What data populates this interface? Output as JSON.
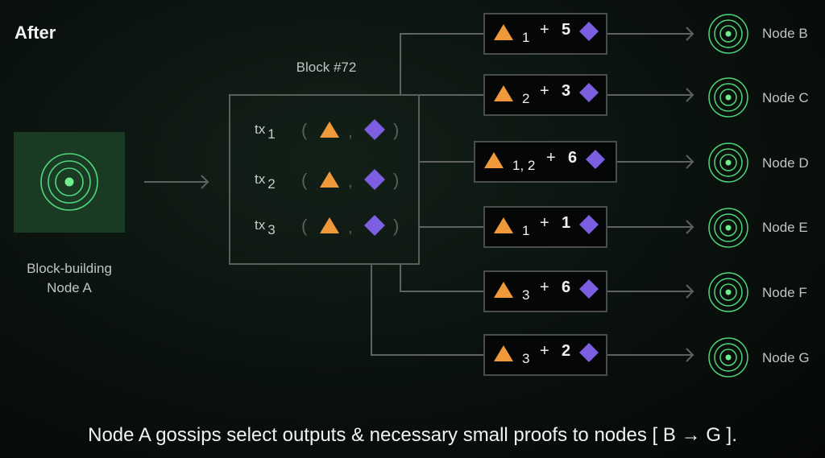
{
  "title": "After",
  "node_a": {
    "label_line1": "Block-building",
    "label_line2": "Node A"
  },
  "block": {
    "title": "Block #72",
    "rows": [
      {
        "tx": "tx",
        "sub": "1",
        "open": "(",
        "comma": ",",
        "close": ")"
      },
      {
        "tx": "tx",
        "sub": "2",
        "open": "(",
        "comma": ",",
        "close": ")"
      },
      {
        "tx": "tx",
        "sub": "3",
        "open": "(",
        "comma": ",",
        "close": ")"
      }
    ]
  },
  "outputs": [
    {
      "sub": "1",
      "plus": "+",
      "num": "5",
      "node": "Node B"
    },
    {
      "sub": "2",
      "plus": "+",
      "num": "3",
      "node": "Node C"
    },
    {
      "sub": "1, 2",
      "plus": "+",
      "num": "6",
      "node": "Node D"
    },
    {
      "sub": "1",
      "plus": "+",
      "num": "1",
      "node": "Node E"
    },
    {
      "sub": "3",
      "plus": "+",
      "num": "6",
      "node": "Node F"
    },
    {
      "sub": "3",
      "plus": "+",
      "num": "2",
      "node": "Node G"
    }
  ],
  "caption": "Node A gossips select outputs & necessary small proofs to nodes [ B → G ].",
  "colors": {
    "triangle": "#f0993a",
    "diamond": "#7b5fe0",
    "node_ring": "#4fd67a",
    "line": "#5f625f"
  },
  "icons": {
    "triangle": "triangle-icon",
    "diamond": "diamond-icon",
    "node": "concentric-node-icon",
    "arrow": "arrow-right-icon"
  }
}
